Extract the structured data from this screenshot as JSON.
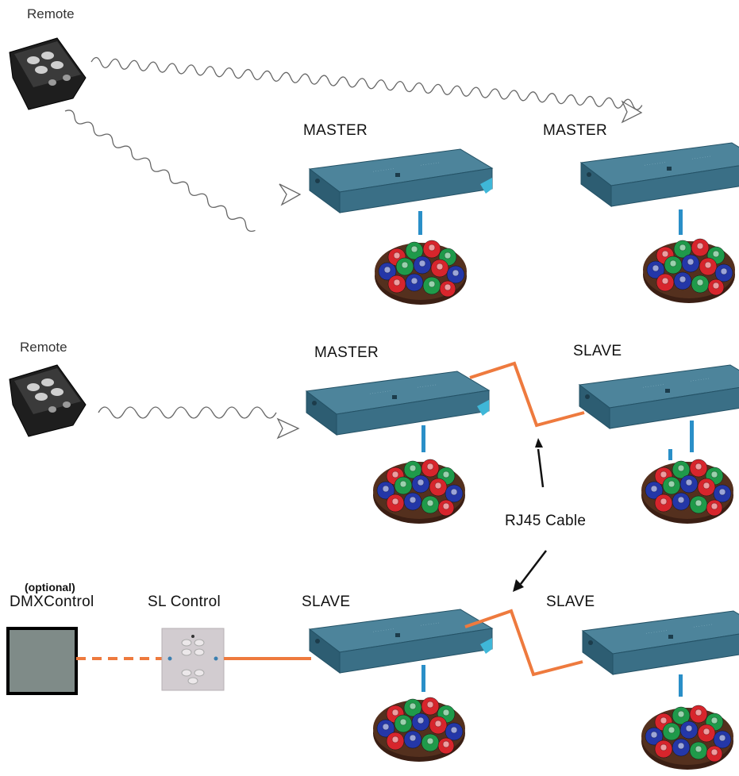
{
  "labels": {
    "remote_top": "Remote",
    "remote_mid": "Remote",
    "master_r1_left": "MASTER",
    "master_r1_right": "MASTER",
    "master_r2": "MASTER",
    "slave_r2": "SLAVE",
    "rj45": "RJ45 Cable",
    "optional": "(optional)",
    "dmx": "DMXControl",
    "sl_control": "SL Control",
    "slave_r3_left": "SLAVE",
    "slave_r3_right": "SLAVE"
  },
  "colors": {
    "driver_body": "#3a6f86",
    "driver_top": "#4d849b",
    "driver_edge": "#245266",
    "blue_lead": "#2a8fc8",
    "rj45_cable": "#ee7a3e",
    "dmx_box": "#7f8b88",
    "led_red": "#d7252c",
    "led_green": "#1f9a4a",
    "led_blue": "#2437a8",
    "led_base": "#3b1f14"
  },
  "icons": [
    "remote-control-icon",
    "led-driver-icon",
    "led-cluster-icon",
    "sl-control-panel-icon",
    "dmx-controller-icon",
    "wireless-signal-icon"
  ]
}
